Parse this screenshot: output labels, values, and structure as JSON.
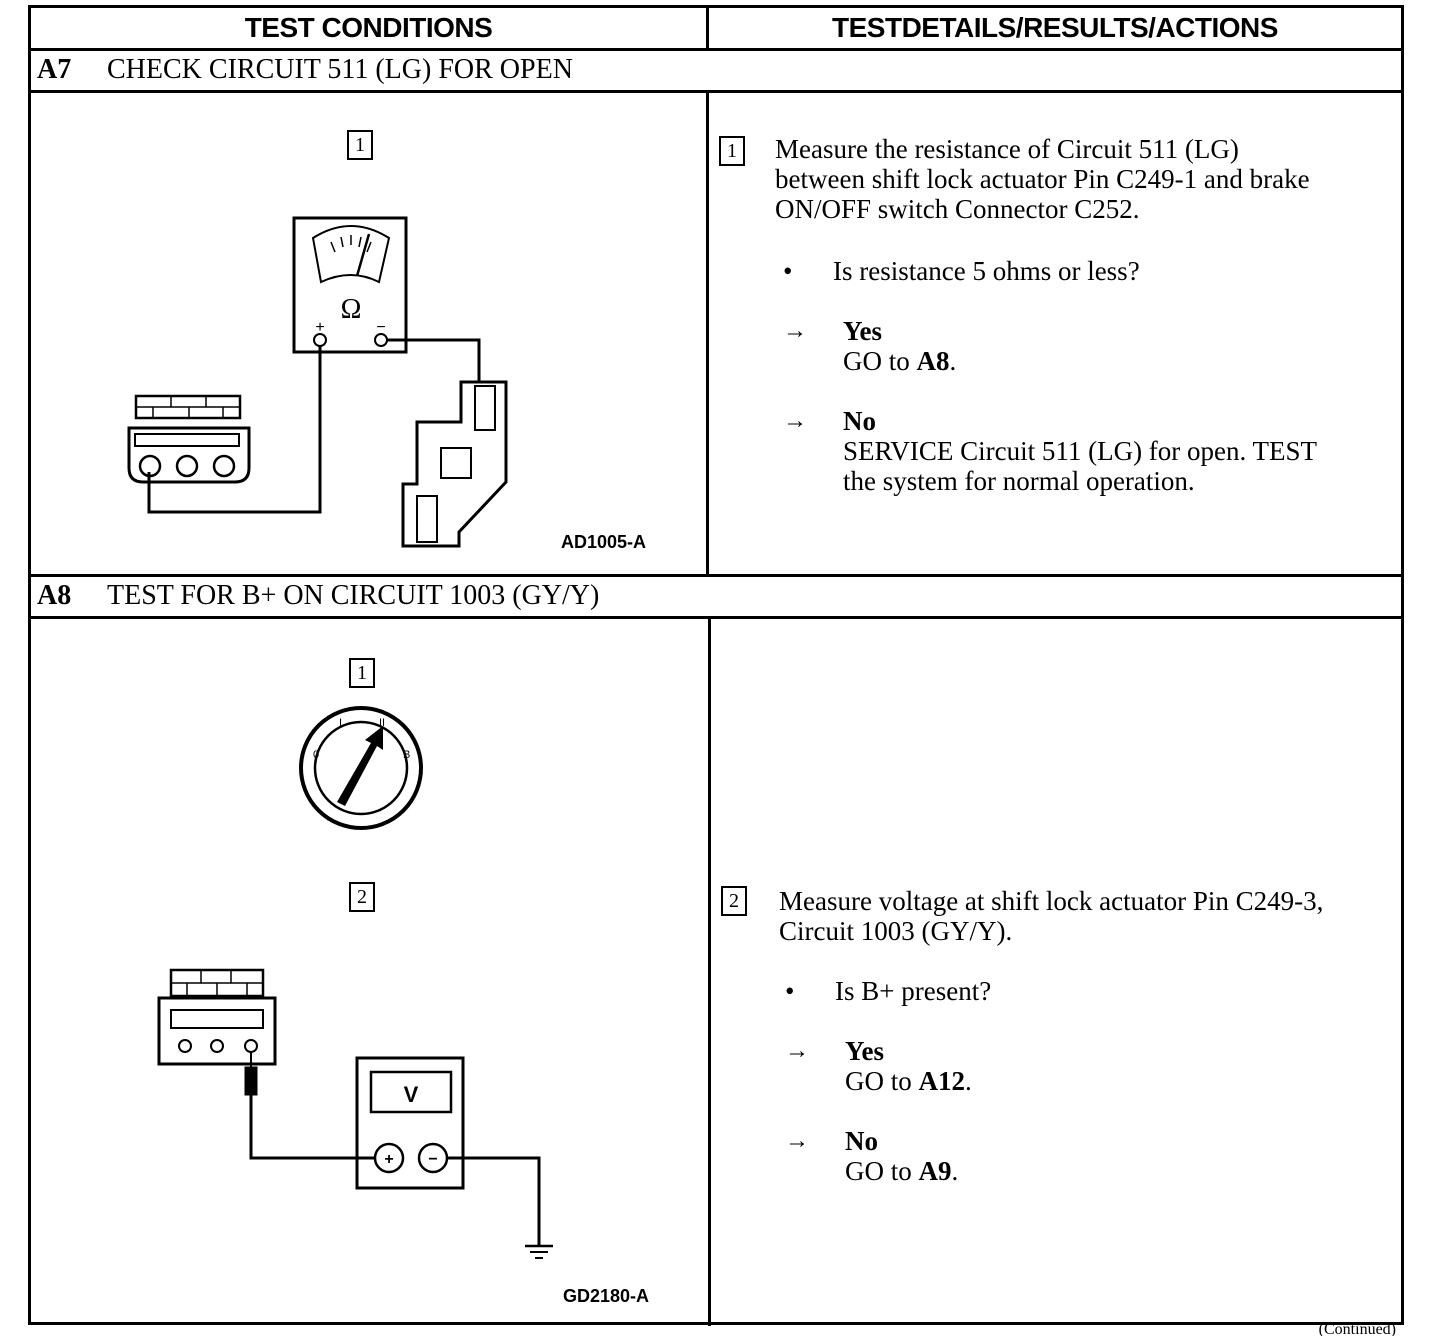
{
  "table": {
    "header": {
      "left": "TEST CONDITIONS",
      "right": "TESTDETAILS/RESULTS/ACTIONS"
    }
  },
  "sections": [
    {
      "code": "A7",
      "title": "CHECK CIRCUIT 511 (LG) FOR OPEN",
      "figure_id": "AD1005-A",
      "figure_steps": [
        "1"
      ],
      "step": {
        "number": "1",
        "text_lines": [
          "Measure the resistance of Circuit 511 (LG)",
          "between shift lock actuator Pin C249-1 and brake",
          "ON/OFF switch Connector C252."
        ],
        "question": "Is resistance 5 ohms or less?",
        "yes_label": "Yes",
        "yes_action_prefix": "GO to ",
        "yes_action_target": "A8",
        "yes_action_suffix": ".",
        "no_label": "No",
        "no_action_lines": [
          "SERVICE Circuit 511 (LG) for open. TEST",
          "the system for normal operation."
        ]
      }
    },
    {
      "code": "A8",
      "title": "TEST FOR B+ ON CIRCUIT 1003 (GY/Y)",
      "figure_id": "GD2180-A",
      "figure_steps": [
        "1",
        "2"
      ],
      "step": {
        "number": "2",
        "text_lines": [
          "Measure voltage at shift lock actuator Pin C249-3,",
          "Circuit 1003 (GY/Y)."
        ],
        "question": "Is B+ present?",
        "yes_label": "Yes",
        "yes_action_prefix": "GO to ",
        "yes_action_target": "A12",
        "yes_action_suffix": ".",
        "no_label": "No",
        "no_action_prefix": "GO to ",
        "no_action_target": "A9",
        "no_action_suffix": "."
      }
    }
  ],
  "symbols": {
    "ohm": "Ω",
    "volt": "V",
    "plus": "+",
    "minus": "−",
    "ignition_off": "0",
    "ignition_accessory": "I",
    "ignition_run": "II",
    "ignition_start": "B",
    "arrow": "→",
    "bullet": "•"
  },
  "footer": {
    "continued": "(Continued)"
  }
}
